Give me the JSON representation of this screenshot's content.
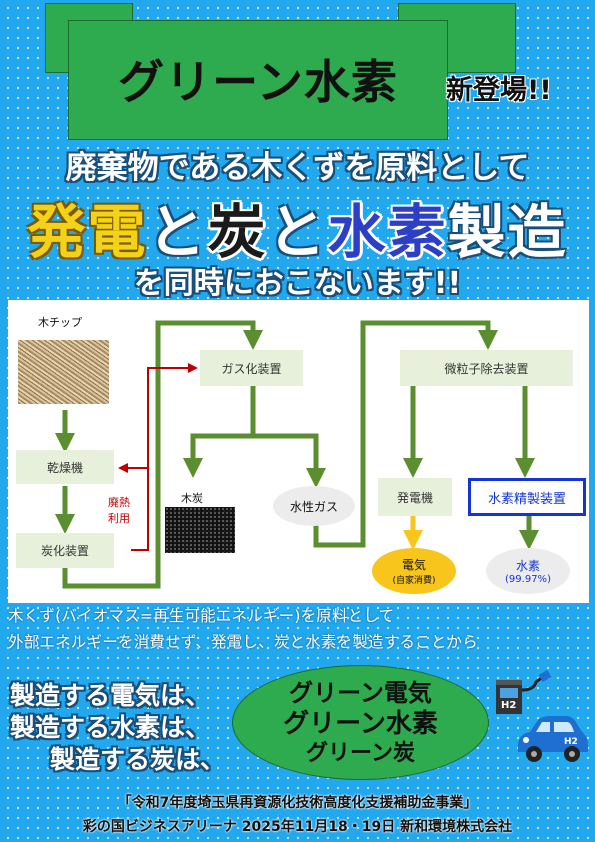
{
  "banner": {
    "title": "グリーン水素",
    "badge": "新登場!!"
  },
  "headline": {
    "line1": "廃棄物である木くずを原料として",
    "line2_parts": [
      "発電",
      "と",
      "炭",
      "と",
      "水素",
      "製造"
    ],
    "line3": "を同時におこないます!!"
  },
  "diagram": {
    "wood_chip_label": "木チップ",
    "dryer": "乾燥機",
    "carbonizer": "炭化装置",
    "waste_heat_1": "廃熱",
    "waste_heat_2": "利用",
    "gasifier": "ガス化装置",
    "charcoal_label": "木炭",
    "water_gas": "水性ガス",
    "particle_remover": "微粒子除去装置",
    "generator": "発電機",
    "hydrogen_refiner": "水素精製装置",
    "electricity": "電気",
    "electricity_note": "(自家消費)",
    "hydrogen": "水素",
    "hydrogen_purity": "(99.97%)",
    "colors": {
      "flow_green": "#5b8e2f",
      "heat_red": "#c00000",
      "box_fill": "#e6f0da",
      "refiner_border": "#1434d6",
      "electric_yellow": "#f7c51c"
    }
  },
  "description": {
    "line1": "木くず(バイオマス=再生可能エネルギー)を原料として",
    "line2": "外部エネルギーを消費せず、発電し、炭と水素を製造することから"
  },
  "statements": {
    "left": [
      "製造する電気は、",
      "製造する水素は、",
      "製造する炭は、"
    ],
    "right": [
      "グリーン電気",
      "グリーン水素",
      "グリーン炭"
    ]
  },
  "footer": {
    "line1": "「令和7年度埼玉県再資源化技術高度化支援補助金事業」",
    "line2": "彩の国ビジネスアリーナ 2025年11月18・19日 新和環境株式会社"
  },
  "icons": [
    "hydrogen-station-icon",
    "fuel-cell-car-icon"
  ],
  "icon_labels": {
    "station": "H2",
    "car": "H2"
  }
}
